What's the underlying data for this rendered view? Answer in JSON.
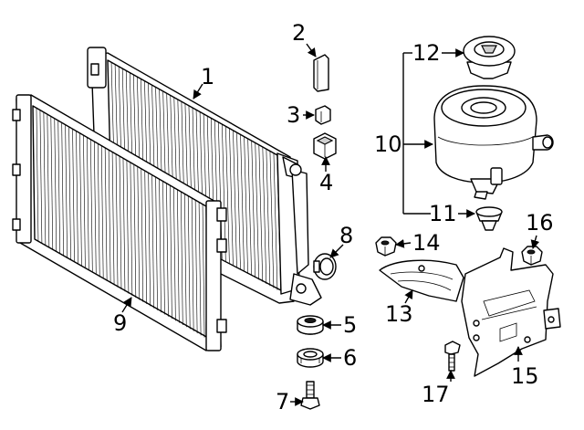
{
  "callouts": {
    "c1": "1",
    "c2": "2",
    "c3": "3",
    "c4": "4",
    "c5": "5",
    "c6": "6",
    "c7": "7",
    "c8": "8",
    "c9": "9",
    "c10": "10",
    "c11": "11",
    "c12": "12",
    "c13": "13",
    "c14": "14",
    "c15": "15",
    "c16": "16",
    "c17": "17"
  },
  "parts": [
    {
      "callout": "1",
      "icon": "radiator-rear-icon"
    },
    {
      "callout": "2",
      "icon": "bracket-clip-icon"
    },
    {
      "callout": "3",
      "icon": "small-clip-icon"
    },
    {
      "callout": "4",
      "icon": "mount-block-icon"
    },
    {
      "callout": "5",
      "icon": "rubber-mount-icon"
    },
    {
      "callout": "6",
      "icon": "grommet-icon"
    },
    {
      "callout": "7",
      "icon": "bolt-icon"
    },
    {
      "callout": "8",
      "icon": "side-grommet-icon"
    },
    {
      "callout": "9",
      "icon": "condenser-icon"
    },
    {
      "callout": "10",
      "icon": "coolant-reservoir-icon"
    },
    {
      "callout": "11",
      "icon": "sensor-plug-icon"
    },
    {
      "callout": "12",
      "icon": "reservoir-cap-icon"
    },
    {
      "callout": "13",
      "icon": "heat-shield-icon"
    },
    {
      "callout": "14",
      "icon": "nut-icon"
    },
    {
      "callout": "15",
      "icon": "mounting-bracket-icon"
    },
    {
      "callout": "16",
      "icon": "nut-icon"
    },
    {
      "callout": "17",
      "icon": "bolt-icon"
    }
  ]
}
